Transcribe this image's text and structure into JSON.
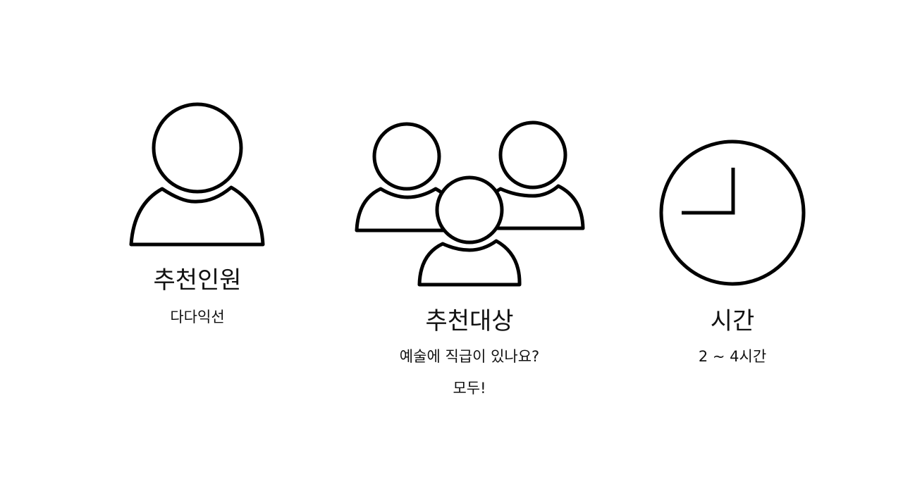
{
  "sections": [
    {
      "icon": "person-icon",
      "title": "추천인원",
      "lines": [
        "다다익선"
      ]
    },
    {
      "icon": "group-icon",
      "title": "추천대상",
      "lines": [
        "예술에 직급이 있나요?",
        "모두!"
      ]
    },
    {
      "icon": "clock-icon",
      "title": "시간",
      "lines": [
        "2 ~ 4시간"
      ]
    }
  ],
  "colors": {
    "stroke": "#000000",
    "text": "#111111",
    "background": "#ffffff"
  }
}
